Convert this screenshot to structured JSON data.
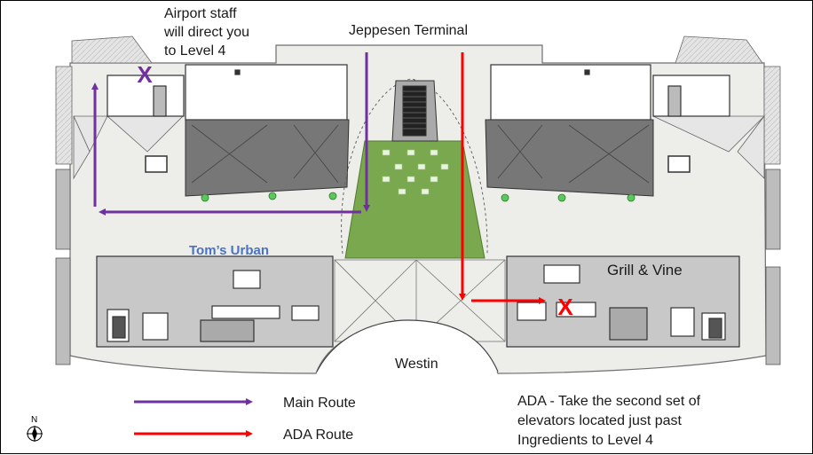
{
  "labels": {
    "staff_note_lines": [
      "Airport staff",
      "will direct you",
      "to Level 4"
    ],
    "jeppesen": "Jeppesen Terminal",
    "toms_urban": "Tom’s Urban",
    "grill_vine": "Grill & Vine",
    "westin": "Westin"
  },
  "legend": {
    "main_route": "Main Route",
    "ada_route": "ADA Route"
  },
  "ada_note_lines": [
    "ADA - Take the second set of",
    "elevators located just past",
    "Ingredients to Level 4"
  ],
  "compass": {
    "north_label": "N"
  },
  "markers": {
    "staff_marker": "X",
    "ada_marker": "X"
  },
  "colors": {
    "main_route": "#7030a0",
    "ada_route": "#ff0000",
    "plaza_green": "#7aa84f",
    "building_gray": "#c8c8c8",
    "concourse": "#ededea",
    "toms_urban_label": "#4a72c4"
  }
}
